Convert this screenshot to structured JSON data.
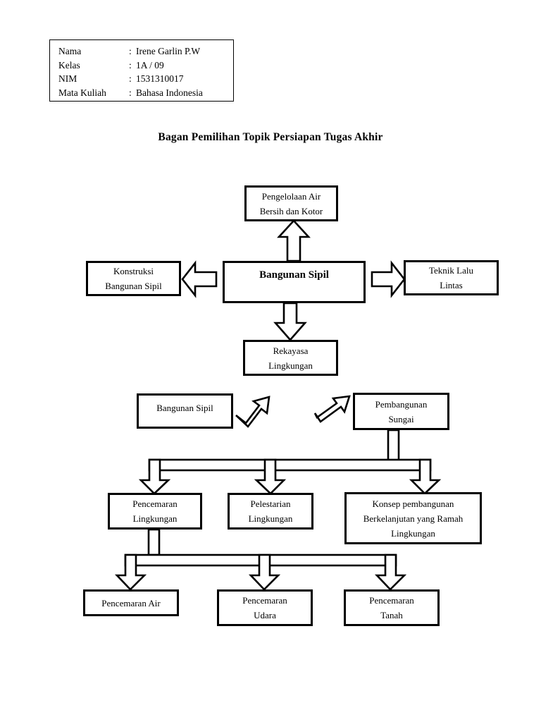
{
  "header": {
    "rows": [
      {
        "key": "Nama",
        "sep": ":",
        "value": "Irene Garlin P.W"
      },
      {
        "key": "Kelas",
        "sep": ":",
        "value": "1A / 09"
      },
      {
        "key": "NIM",
        "sep": ":",
        "value": "1531310017"
      },
      {
        "key": "Mata Kuliah",
        "sep": ":",
        "value": "Bahasa Indonesia"
      }
    ]
  },
  "title": "Bagan Pemilihan Topik Persiapan Tugas Akhir",
  "nodes": {
    "pengelolaan_air": {
      "line1": "Pengelolaan Air",
      "line2": "Bersih dan Kotor"
    },
    "konstruksi": {
      "line1": "Konstruksi",
      "line2": "Bangunan Sipil"
    },
    "bangunan_sipil_root": {
      "line1": "Bangunan Sipil"
    },
    "teknik_lalu_lintas": {
      "line1": "Teknik Lalu",
      "line2": "Lintas"
    },
    "rekayasa": {
      "line1": "Rekayasa",
      "line2": "Lingkungan"
    },
    "bangunan_sipil_2": {
      "line1": "Bangunan Sipil"
    },
    "pembangunan_sungai": {
      "line1": "Pembangunan",
      "line2": "Sungai"
    },
    "pencemaran_lingkungan": {
      "line1": "Pencemaran",
      "line2": "Lingkungan"
    },
    "pelestarian_lingkungan": {
      "line1": "Pelestarian",
      "line2": "Lingkungan"
    },
    "konsep_pembangunan": {
      "line1": "Konsep pembangunan",
      "line2": "Berkelanjutan yang Ramah",
      "line3": "Lingkungan"
    },
    "pencemaran_air": {
      "line1": "Pencemaran Air"
    },
    "pencemaran_udara": {
      "line1": "Pencemaran",
      "line2": "Udara"
    },
    "pencemaran_tanah": {
      "line1": "Pencemaran",
      "line2": "Tanah"
    }
  },
  "chart_data": {
    "type": "diagram",
    "title": "Bagan Pemilihan Topik Persiapan Tugas Akhir",
    "root": "Bangunan Sipil",
    "edges": [
      {
        "from": "Bangunan Sipil",
        "to": "Pengelolaan Air Bersih dan Kotor",
        "direction": "up"
      },
      {
        "from": "Bangunan Sipil",
        "to": "Konstruksi Bangunan Sipil",
        "direction": "left"
      },
      {
        "from": "Bangunan Sipil",
        "to": "Teknik Lalu Lintas",
        "direction": "right"
      },
      {
        "from": "Bangunan Sipil",
        "to": "Rekayasa Lingkungan",
        "direction": "down"
      },
      {
        "from": "Bangunan Sipil (2)",
        "to": "Rekayasa Lingkungan",
        "direction": "diagonal-up-right"
      },
      {
        "from": "Pembangunan Sungai",
        "to": "Rekayasa Lingkungan",
        "direction": "diagonal-up-left"
      },
      {
        "from": "Pembangunan Sungai",
        "to": "Pencemaran Lingkungan",
        "direction": "down"
      },
      {
        "from": "Pembangunan Sungai",
        "to": "Pelestarian Lingkungan",
        "direction": "down"
      },
      {
        "from": "Pembangunan Sungai",
        "to": "Konsep pembangunan Berkelanjutan yang Ramah Lingkungan",
        "direction": "down"
      },
      {
        "from": "Pencemaran Lingkungan",
        "to": "Pencemaran Air",
        "direction": "down"
      },
      {
        "from": "Pencemaran Lingkungan",
        "to": "Pencemaran Udara",
        "direction": "down"
      },
      {
        "from": "Pencemaran Lingkungan",
        "to": "Pencemaran Tanah",
        "direction": "down"
      }
    ],
    "colors": {
      "stroke": "#000000",
      "fill": "#ffffff",
      "text": "#000000"
    }
  }
}
